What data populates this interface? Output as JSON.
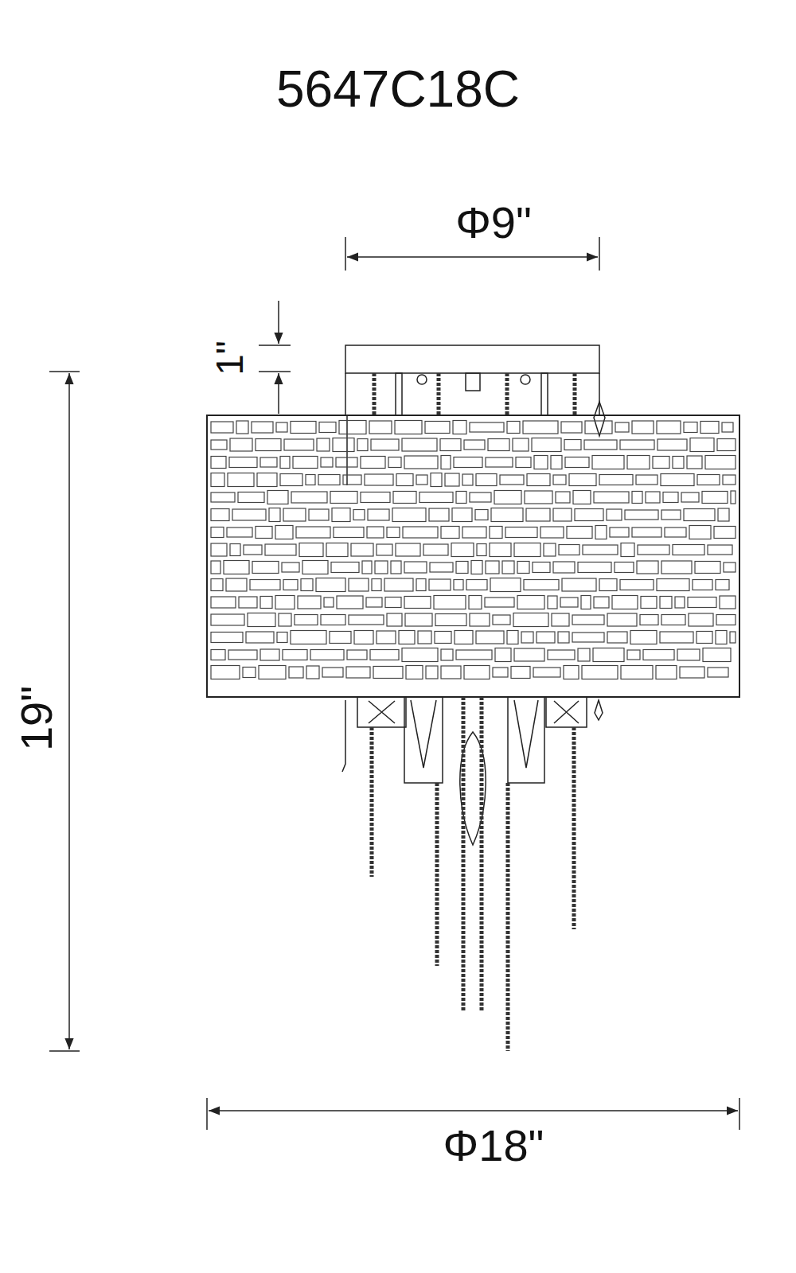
{
  "diagram": {
    "title": "5647C18C",
    "labels": [
      "Φ9\"",
      "1\"",
      "19\"",
      "Φ18\""
    ]
  }
}
